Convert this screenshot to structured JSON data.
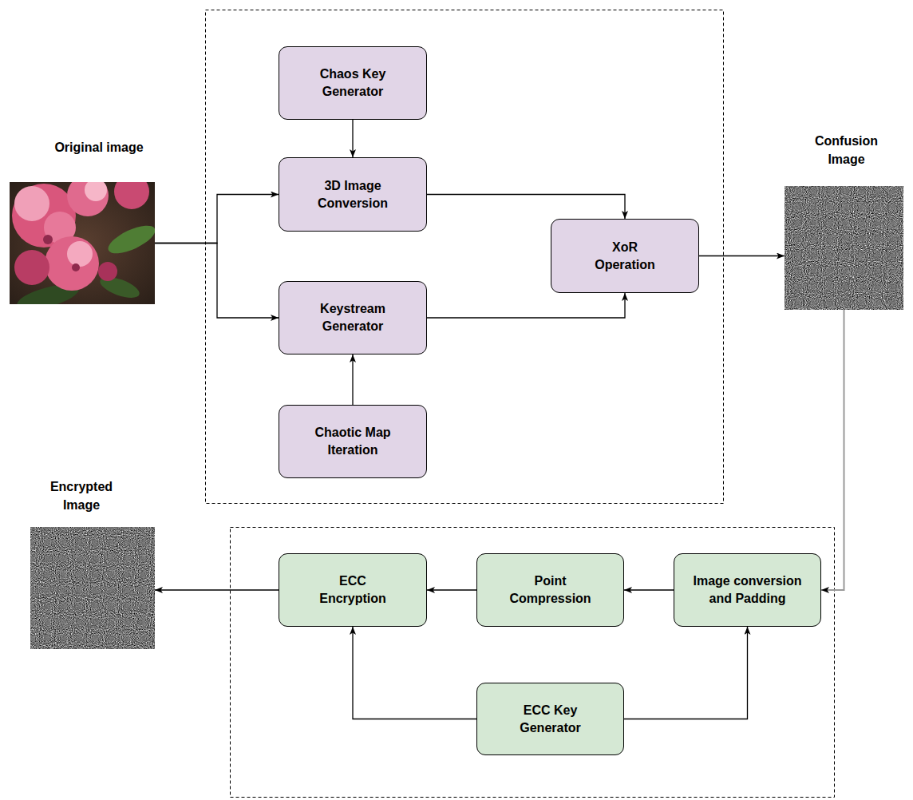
{
  "diagram": {
    "nodes": [
      {
        "text": [
          "Original image"
        ]
      },
      {
        "text": [
          "Chaos Key Generator"
        ]
      },
      {
        "text": [
          "3D Image Conversion"
        ]
      },
      {
        "text": [
          "XoR Operation"
        ]
      },
      {
        "text": [
          "Confusion Image"
        ]
      },
      {
        "text": [
          "Keystream Generator"
        ]
      },
      {
        "text": [
          "Chaotic Map Iteration"
        ]
      },
      {
        "text": [
          "Encrypted Image"
        ]
      },
      {
        "text": [
          "ECC Encryption"
        ]
      },
      {
        "text": [
          "Point Compression"
        ]
      },
      {
        "text": [
          "Image conversion and Padding"
        ]
      },
      {
        "text": [
          "ECC Key Generator"
        ]
      }
    ],
    "edges": [
      {
        "from": 0,
        "to": 2,
        "arrow": "to"
      },
      {
        "from": 0,
        "to": 5,
        "arrow": "to"
      },
      {
        "from": 1,
        "to": 2,
        "arrow": "to"
      },
      {
        "from": 6,
        "to": 5,
        "arrow": "to"
      },
      {
        "from": 2,
        "to": 3,
        "arrow": "to"
      },
      {
        "from": 5,
        "to": 3,
        "arrow": "to"
      },
      {
        "from": 3,
        "to": 4,
        "arrow": "to"
      },
      {
        "from": 4,
        "to": 10,
        "arrow": "to"
      },
      {
        "from": 10,
        "to": 9,
        "arrow": "to"
      },
      {
        "from": 9,
        "to": 8,
        "arrow": "to"
      },
      {
        "from": 8,
        "to": 7,
        "arrow": "to"
      },
      {
        "from": 11,
        "to": 8,
        "arrow": "to"
      },
      {
        "from": 11,
        "to": 10,
        "arrow": "to"
      }
    ]
  }
}
